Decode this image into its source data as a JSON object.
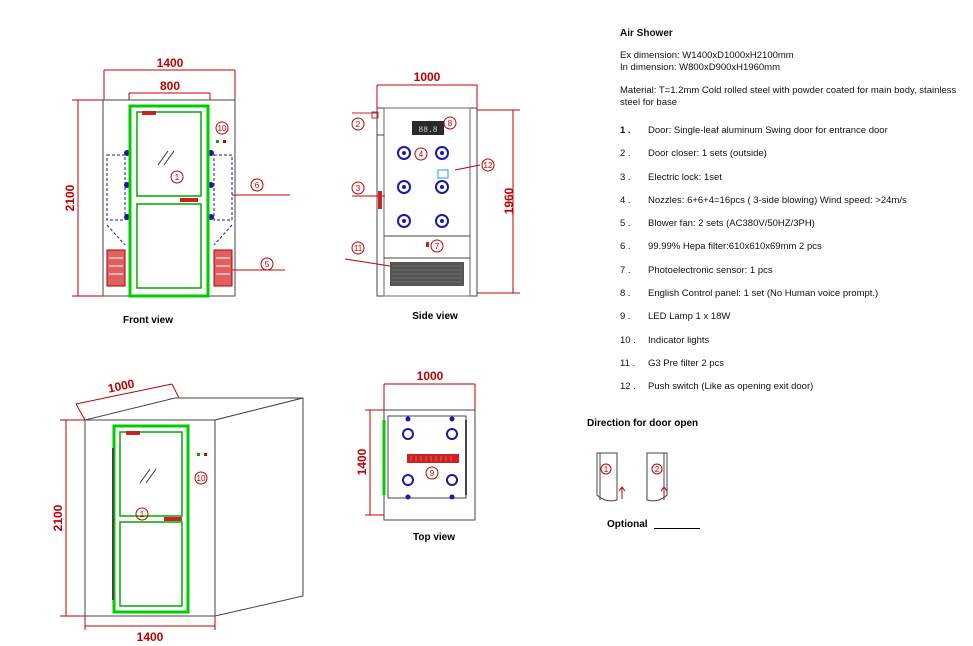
{
  "header": {
    "title": "Air Shower"
  },
  "specs": {
    "dimension_ex": "Ex dimension: W1400xD1000xH2100mm",
    "dimension_in": "In dimension: W800xD900xH1960mm",
    "material": "Material: T=1.2mm Cold rolled steel with powder coated for main body, stainless steel for base"
  },
  "components": [
    {
      "num": "1  .",
      "text": "Door: Single-leaf aluminum Swing door for entrance door"
    },
    {
      "num": "2  .",
      "text": "Door closer: 1 sets (outside)"
    },
    {
      "num": "3  .",
      "text": "Electric lock: 1set"
    },
    {
      "num": "4  .",
      "text": "Nozzles: 6+6+4=16pcs ( 3-side blowing)  Wind speed: >24m/s"
    },
    {
      "num": "5  .",
      "text": "Blower fan:    2 sets   (AC380V/50HZ/3PH)"
    },
    {
      "num": "6  .",
      "text": "99.99% Hepa filter:610x610x69mm 2 pcs"
    },
    {
      "num": "7  .",
      "text": "Photoelectronic sensor: 1 pcs"
    },
    {
      "num": "8  .",
      "text": "English Control  panel: 1 set  (No Human voice prompt.)"
    },
    {
      "num": "9  .",
      "text": "LED Lamp  1 x 18W"
    },
    {
      "num": "10 .",
      "text": "Indicator lights"
    },
    {
      "num": "11 .",
      "text": "G3 Pre filter  2 pcs"
    },
    {
      "num": "12 .",
      "text": "Push  switch (Like as opening exit door)"
    }
  ],
  "views": {
    "front": {
      "caption": "Front view",
      "width": "1400",
      "door_width": "800",
      "height": "2100"
    },
    "side": {
      "caption": "Side view",
      "depth": "1000",
      "height": "1960"
    },
    "iso": {
      "depth": "1000",
      "height": "2100",
      "width": "1400"
    },
    "top": {
      "caption": "Top view",
      "depth": "1000",
      "width": "1400"
    }
  },
  "callouts": {
    "c1": "1",
    "c2": "2",
    "c3": "3",
    "c4": "4",
    "c5": "5",
    "c6": "6",
    "c7": "7",
    "c8": "8",
    "c9": "9",
    "c10": "10",
    "c11": "11",
    "c12": "12"
  },
  "door_direction": {
    "title": "Direction for door open",
    "left": "1",
    "right": "2",
    "optional": "Optional"
  },
  "colors": {
    "dimension": "#c00000",
    "door_frame": "#00cc00",
    "nozzle": "#1a1aa6",
    "fan": "#d02020"
  }
}
